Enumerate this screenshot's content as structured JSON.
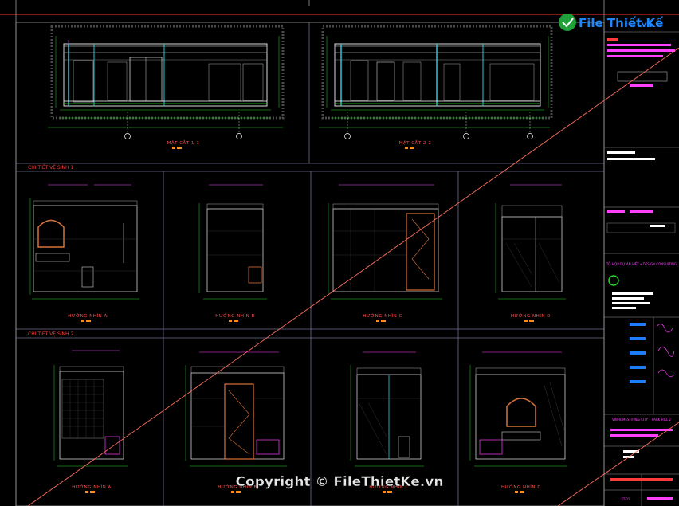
{
  "watermark": {
    "logo_text": "File Thiết Kế",
    "logo_suffix": ".vn",
    "copyright": "Copyright © FileThietKe.vn"
  },
  "sections": {
    "top_section_1": "MẶT CẮT 1-1",
    "top_section_2": "MẶT CẮT 2-2",
    "detail_group_1": "CHI TIẾT VỆ SINH 1",
    "detail_group_2": "CHI TIẾT VỆ SINH 2"
  },
  "elevations_row1": [
    "HƯỚNG NHÌN A",
    "HƯỚNG NHÌN B",
    "HƯỚNG NHÌN C",
    "HƯỚNG NHÌN D"
  ],
  "elevations_row2": [
    "HƯỚNG NHÌN A",
    "HƯỚNG NHÌN B",
    "HƯỚNG NHÌN C",
    "HƯỚNG NHÌN D"
  ],
  "title_block": {
    "company": "TỔ HỢP DỰ ÁN VIỆT • DESIGN CONSULTING",
    "project": "VINHOMES TIMES CITY • PARK HILL 2",
    "drawing_code": "KT-01"
  },
  "colors": {
    "background": "#000000",
    "frame": "#ffffff",
    "panel_border": "#6f6f8f",
    "section_title": "#ff4040",
    "annotation": "#ff40ff",
    "dimension": "#29d329",
    "cyan": "#29c9d9",
    "blue_fill": "#1e7cff",
    "diagonal": "#ff6f5f"
  },
  "icons": [
    "axis-bubble-icon",
    "logo-icon",
    "signature-icon"
  ]
}
